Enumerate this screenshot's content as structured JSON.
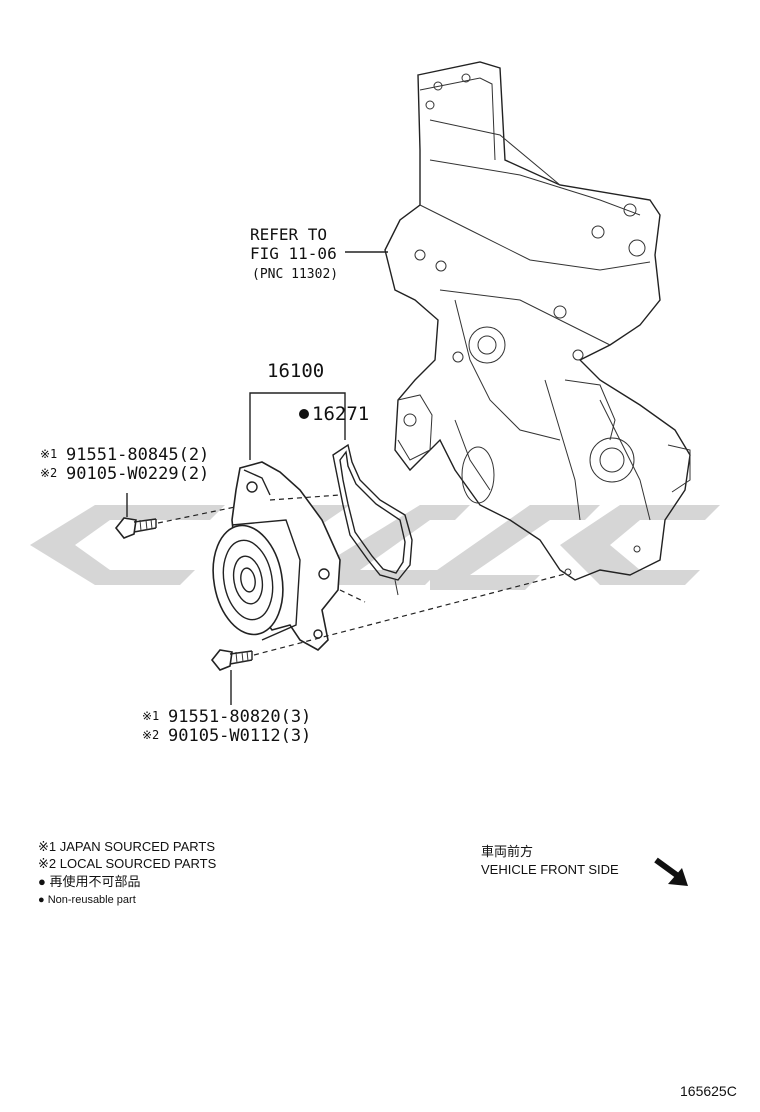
{
  "refer": {
    "line1": "REFER TO",
    "line2": "FIG 11-06",
    "line3": "(PNC 11302)"
  },
  "parts": {
    "assembly": "16100",
    "gasket": "16271",
    "bolt_upper": [
      {
        "mark": "※1",
        "code": "91551-80845(2)"
      },
      {
        "mark": "※2",
        "code": "90105-W0229(2)"
      }
    ],
    "bolt_lower": [
      {
        "mark": "※1",
        "code": "91551-80820(3)"
      },
      {
        "mark": "※2",
        "code": "90105-W0112(3)"
      }
    ]
  },
  "legend": {
    "items": [
      "※1 JAPAN SOURCED PARTS",
      "※2 LOCAL SOURCED PARTS",
      "● 再使用不可部品",
      "● Non-reusable part"
    ]
  },
  "direction": {
    "jp": "車両前方",
    "en": "VEHICLE FRONT SIDE"
  },
  "figure_id": "165625C",
  "colors": {
    "watermark": "#d4d4d4",
    "ink": "#111111"
  }
}
